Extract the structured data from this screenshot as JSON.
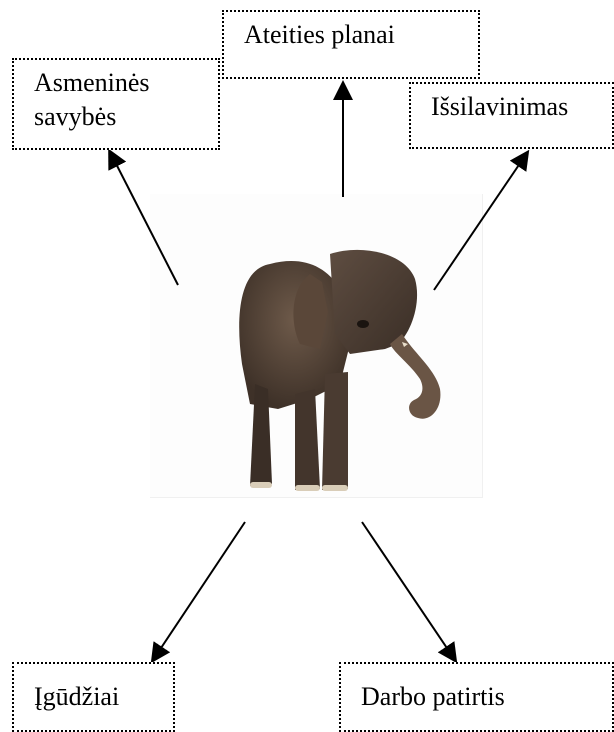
{
  "diagram": {
    "center": {
      "image": "elephant"
    },
    "nodes": {
      "personal": {
        "line1": "Asmeninės",
        "line2": "savybės"
      },
      "future": "Ateities planai",
      "education": "Išsilavinimas",
      "skills": "Įgūdžiai",
      "experience": "Darbo patirtis"
    }
  }
}
